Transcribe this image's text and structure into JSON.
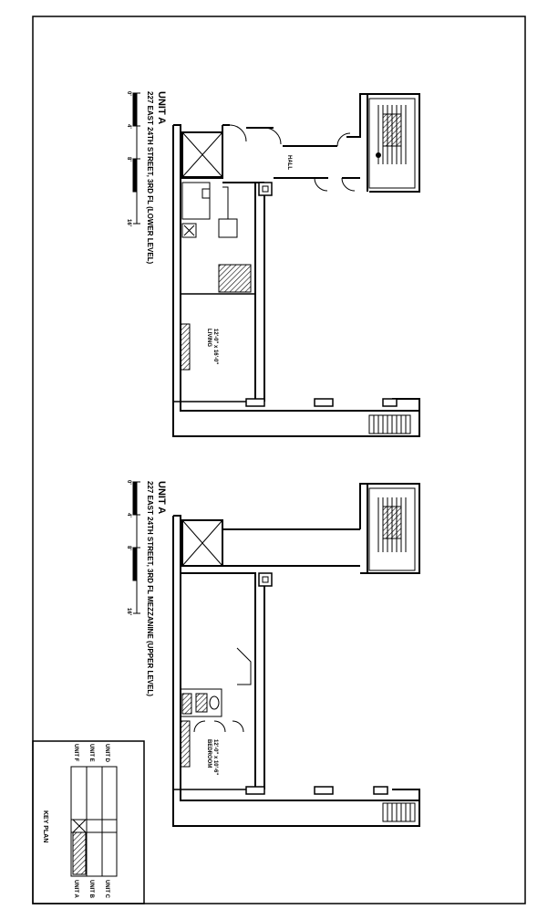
{
  "plan_upper": {
    "unit_title": "UNIT A",
    "caption": "227 EAST 24TH STREET, 3RD FL (LOWER LEVEL)",
    "scale": {
      "tick_0": "0'",
      "tick_1": "4'",
      "tick_2": "8'",
      "tick_3": "16'"
    },
    "rooms": {
      "hall": "HALL",
      "living": "LIVING",
      "living_dim": "12'-0\" x 16'-0\""
    }
  },
  "plan_lower": {
    "unit_title": "UNIT A",
    "caption": "227 EAST 24TH STREET, 3RD FL MEZZANINE (UPPER LEVEL)",
    "scale": {
      "tick_0": "0'",
      "tick_1": "4'",
      "tick_2": "8'",
      "tick_3": "16'"
    },
    "rooms": {
      "bedroom": "BEDROOM",
      "bedroom_dim": "12'-0\" x 10'-6\""
    }
  },
  "key_plan": {
    "title": "KEY PLAN",
    "units": {
      "f": "UNIT F",
      "e": "UNIT E",
      "d": "UNIT D",
      "a": "UNIT A",
      "b": "UNIT B",
      "c": "UNIT C"
    }
  },
  "colors": {
    "ink": "#000000",
    "paper": "#ffffff",
    "hatch": "#555555"
  }
}
